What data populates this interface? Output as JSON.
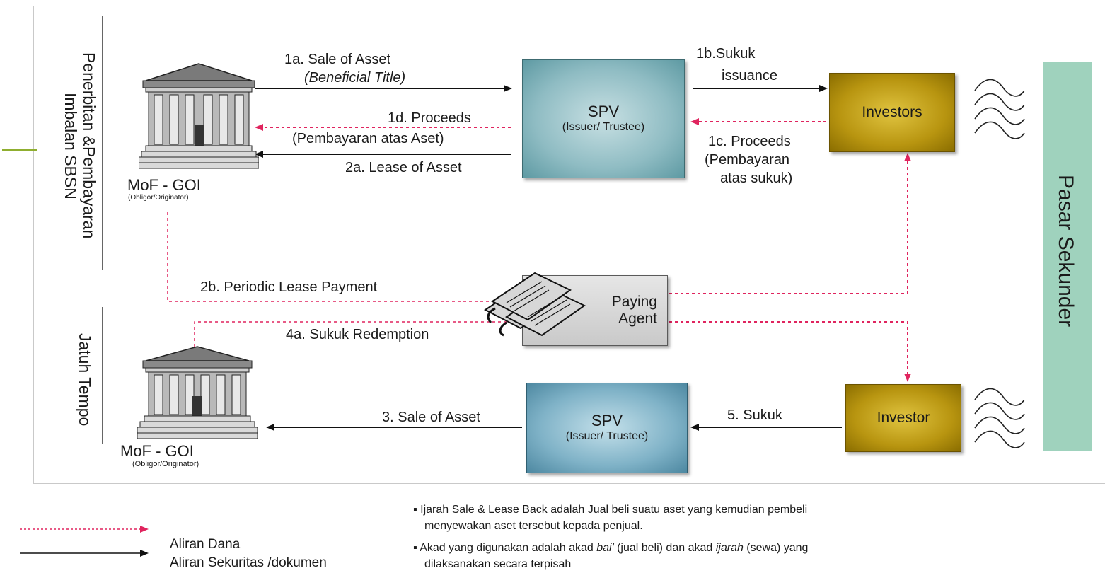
{
  "side_labels": {
    "top": "Penerbitan &Pembayaran Imbalan SBSN",
    "bottom": "Jatuh Tempo",
    "right": "Pasar Sekunder"
  },
  "originator_top": {
    "name": "MoF - GOI",
    "role": "(Obligor/Originator)"
  },
  "originator_bottom": {
    "name": "MoF - GOI",
    "role": "(Obligor/Originator)"
  },
  "spv_top": {
    "title": "SPV",
    "subtitle": "(Issuer/ Trustee)"
  },
  "spv_bottom": {
    "title": "SPV",
    "subtitle": "(Issuer/ Trustee)"
  },
  "investors_top": "Investors",
  "investor_bottom": "Investor",
  "paying_agent": {
    "line1": "Paying",
    "line2": "Agent"
  },
  "flows": {
    "f1a_line1": "1a. Sale of Asset",
    "f1a_line2": "(Beneficial Title)",
    "f1b_line1": "1b.Sukuk",
    "f1b_line2": "issuance",
    "f1d_line1": "1d. Proceeds",
    "f1d_line2": "(Pembayaran atas Aset)",
    "f2a": "2a. Lease of Asset",
    "f1c_line1": "1c. Proceeds",
    "f1c_line2": "(Pembayaran",
    "f1c_line3": "atas sukuk)",
    "f2b": "2b. Periodic Lease Payment",
    "f4a": "4a. Sukuk Redemption",
    "f3": "3. Sale of Asset",
    "f5": "5. Sukuk"
  },
  "legend": {
    "dana": "Aliran Dana",
    "sekuritas": "Aliran Sekuritas /dokumen"
  },
  "notes": {
    "n1_line1": "Ijarah Sale & Lease Back adalah Jual beli suatu aset yang kemudian pembeli",
    "n1_line2": "menyewakan aset tersebut kepada penjual.",
    "n2_pre": "Akad yang digunakan adalah akad ",
    "n2_bai": "bai'",
    "n2_mid": " (jual beli) dan akad ",
    "n2_ijarah": "ijarah",
    "n2_post": " (sewa) yang",
    "n2_line2": "dilaksanakan secara terpisah"
  },
  "colors": {
    "money_flow": "#e0245e",
    "securities_flow": "#111111",
    "spv": "#8fbcc3",
    "investor": "#b89510",
    "pasar": "#9fd2bd"
  }
}
